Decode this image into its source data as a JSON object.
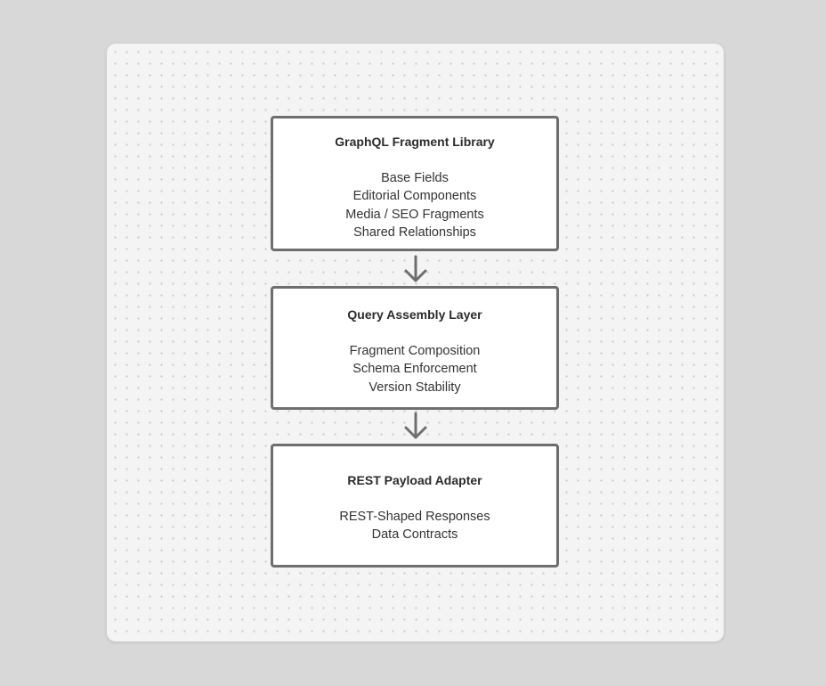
{
  "diagram": {
    "nodes": [
      {
        "title": "GraphQL Fragment Library",
        "items": [
          "Base Fields",
          "Editorial Components",
          "Media / SEO Fragments",
          "Shared Relationships"
        ]
      },
      {
        "title": "Query Assembly Layer",
        "items": [
          "Fragment Composition",
          "Schema Enforcement",
          "Version Stability"
        ]
      },
      {
        "title": "REST Payload Adapter",
        "items": [
          "REST-Shaped Responses",
          "Data Contracts"
        ]
      }
    ],
    "edges": [
      {
        "from": "GraphQL Fragment Library",
        "to": "Query Assembly Layer"
      },
      {
        "from": "Query Assembly Layer",
        "to": "REST Payload Adapter"
      }
    ],
    "colors": {
      "border": "#6e6e6e",
      "arrow": "#6e6e6e",
      "node_fill": "#ffffff",
      "canvas": "#f4f4f4",
      "background": "#d8d8d8"
    }
  }
}
